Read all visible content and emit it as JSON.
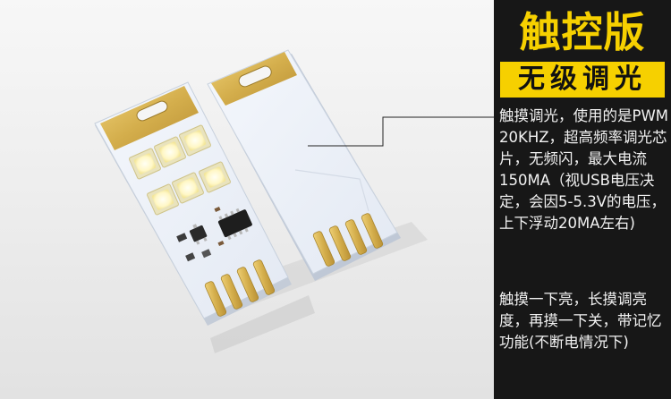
{
  "colors": {
    "panel_bg": "#171717",
    "accent_yellow": "#f6d000",
    "text_white": "#f2f2f2",
    "pcb_white": "#eef3fa",
    "gold_pad": "#d9b552",
    "led_yellow": "#fffbd0"
  },
  "title": "触控版",
  "subtitle": "无级调光",
  "description": [
    "触摸调光，使用的是PWM 20KHZ，超高频率调光芯片，无频闪，最大电流150MA（视USB电压决定，会因5-5.3V的电压，上下浮动20MA左右)",
    "触摸一下亮，长摸调亮度，再摸一下关，带记忆功能(不断电情况下)"
  ],
  "photo": {
    "subject": "two USB touch-dimmable LED boards",
    "front_board_led_count": 6,
    "usb_contact_count": 4
  }
}
